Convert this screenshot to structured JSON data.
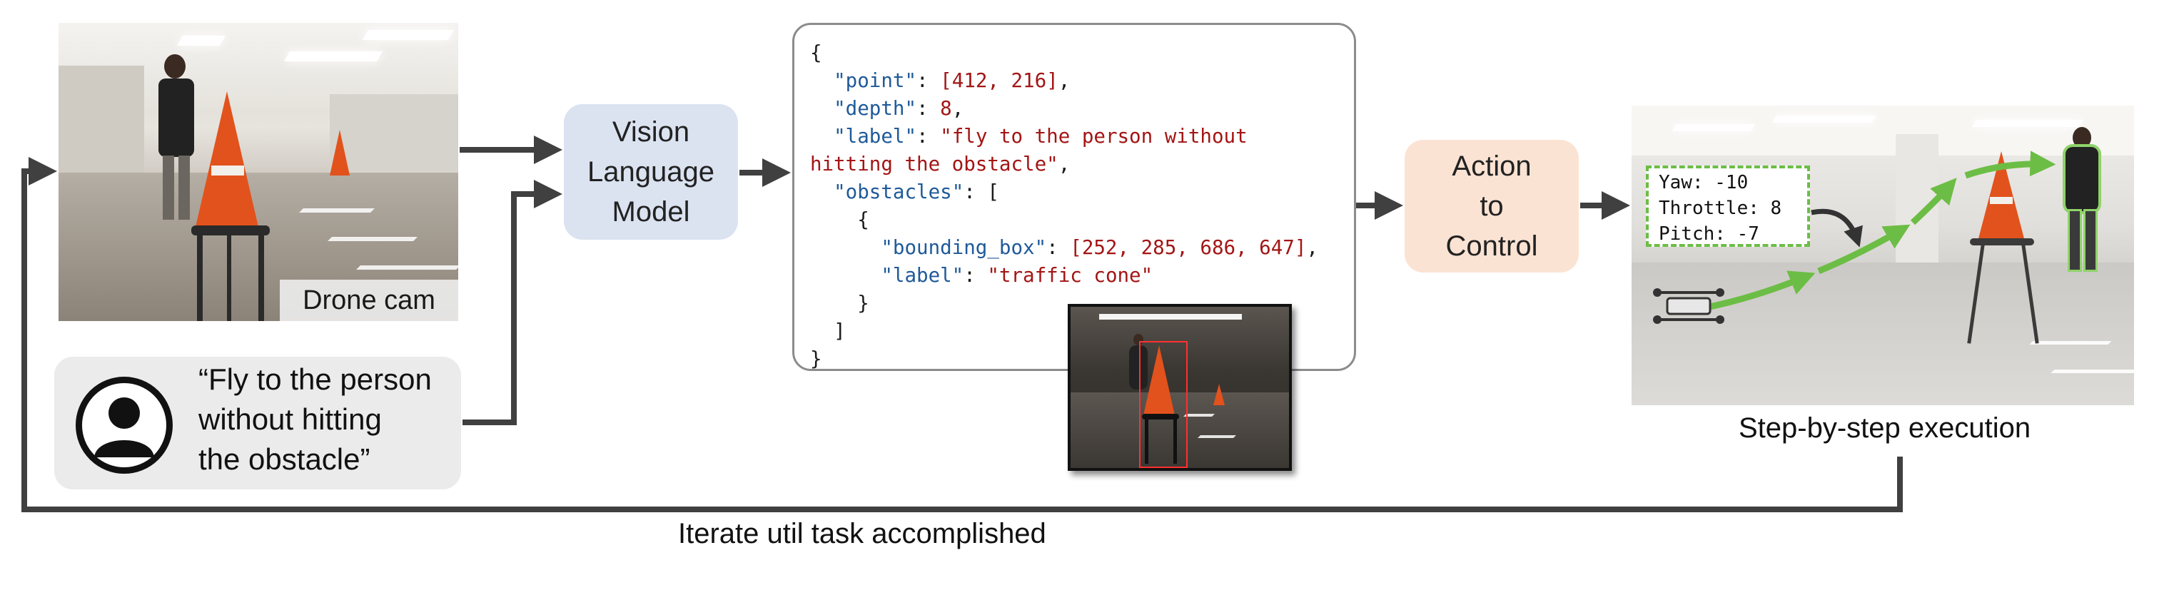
{
  "drone_cam": {
    "label": "Drone cam"
  },
  "instruction": {
    "text": "“Fly to the person\nwithout hitting\nthe obstacle”",
    "icon": "user-avatar-icon"
  },
  "vlm_block": {
    "label": "Vision\nLanguage\nModel",
    "color": "#dbe3f1"
  },
  "json_output": {
    "l1": "{",
    "point_key": "\"point\"",
    "point_val": "[412, 216]",
    "depth_key": "\"depth\"",
    "depth_val": "8",
    "label_key": "\"label\"",
    "label_val_1": "\"fly to the person without",
    "label_val_2": "hitting the obstacle\"",
    "obstacles_key": "\"obstacles\"",
    "bbox_key": "\"bounding_box\"",
    "bbox_val": "[252, 285, 686, 647]",
    "obs_label_key": "\"label\"",
    "obs_label_val": "\"traffic cone\"",
    "key_color": "#1f5a99",
    "value_color": "#a31515"
  },
  "action_block": {
    "label": "Action\nto\nControl",
    "color": "#fbe3d3"
  },
  "control_readout": {
    "yaw": "Yaw: -10",
    "throttle": "Throttle: 8",
    "pitch": "Pitch: -7",
    "border_color": "#6cbd45"
  },
  "captions": {
    "execution": "Step-by-step execution",
    "loop": "Iterate util task accomplished"
  },
  "colors": {
    "arrow": "#404040",
    "trajectory": "#6cbd45"
  }
}
